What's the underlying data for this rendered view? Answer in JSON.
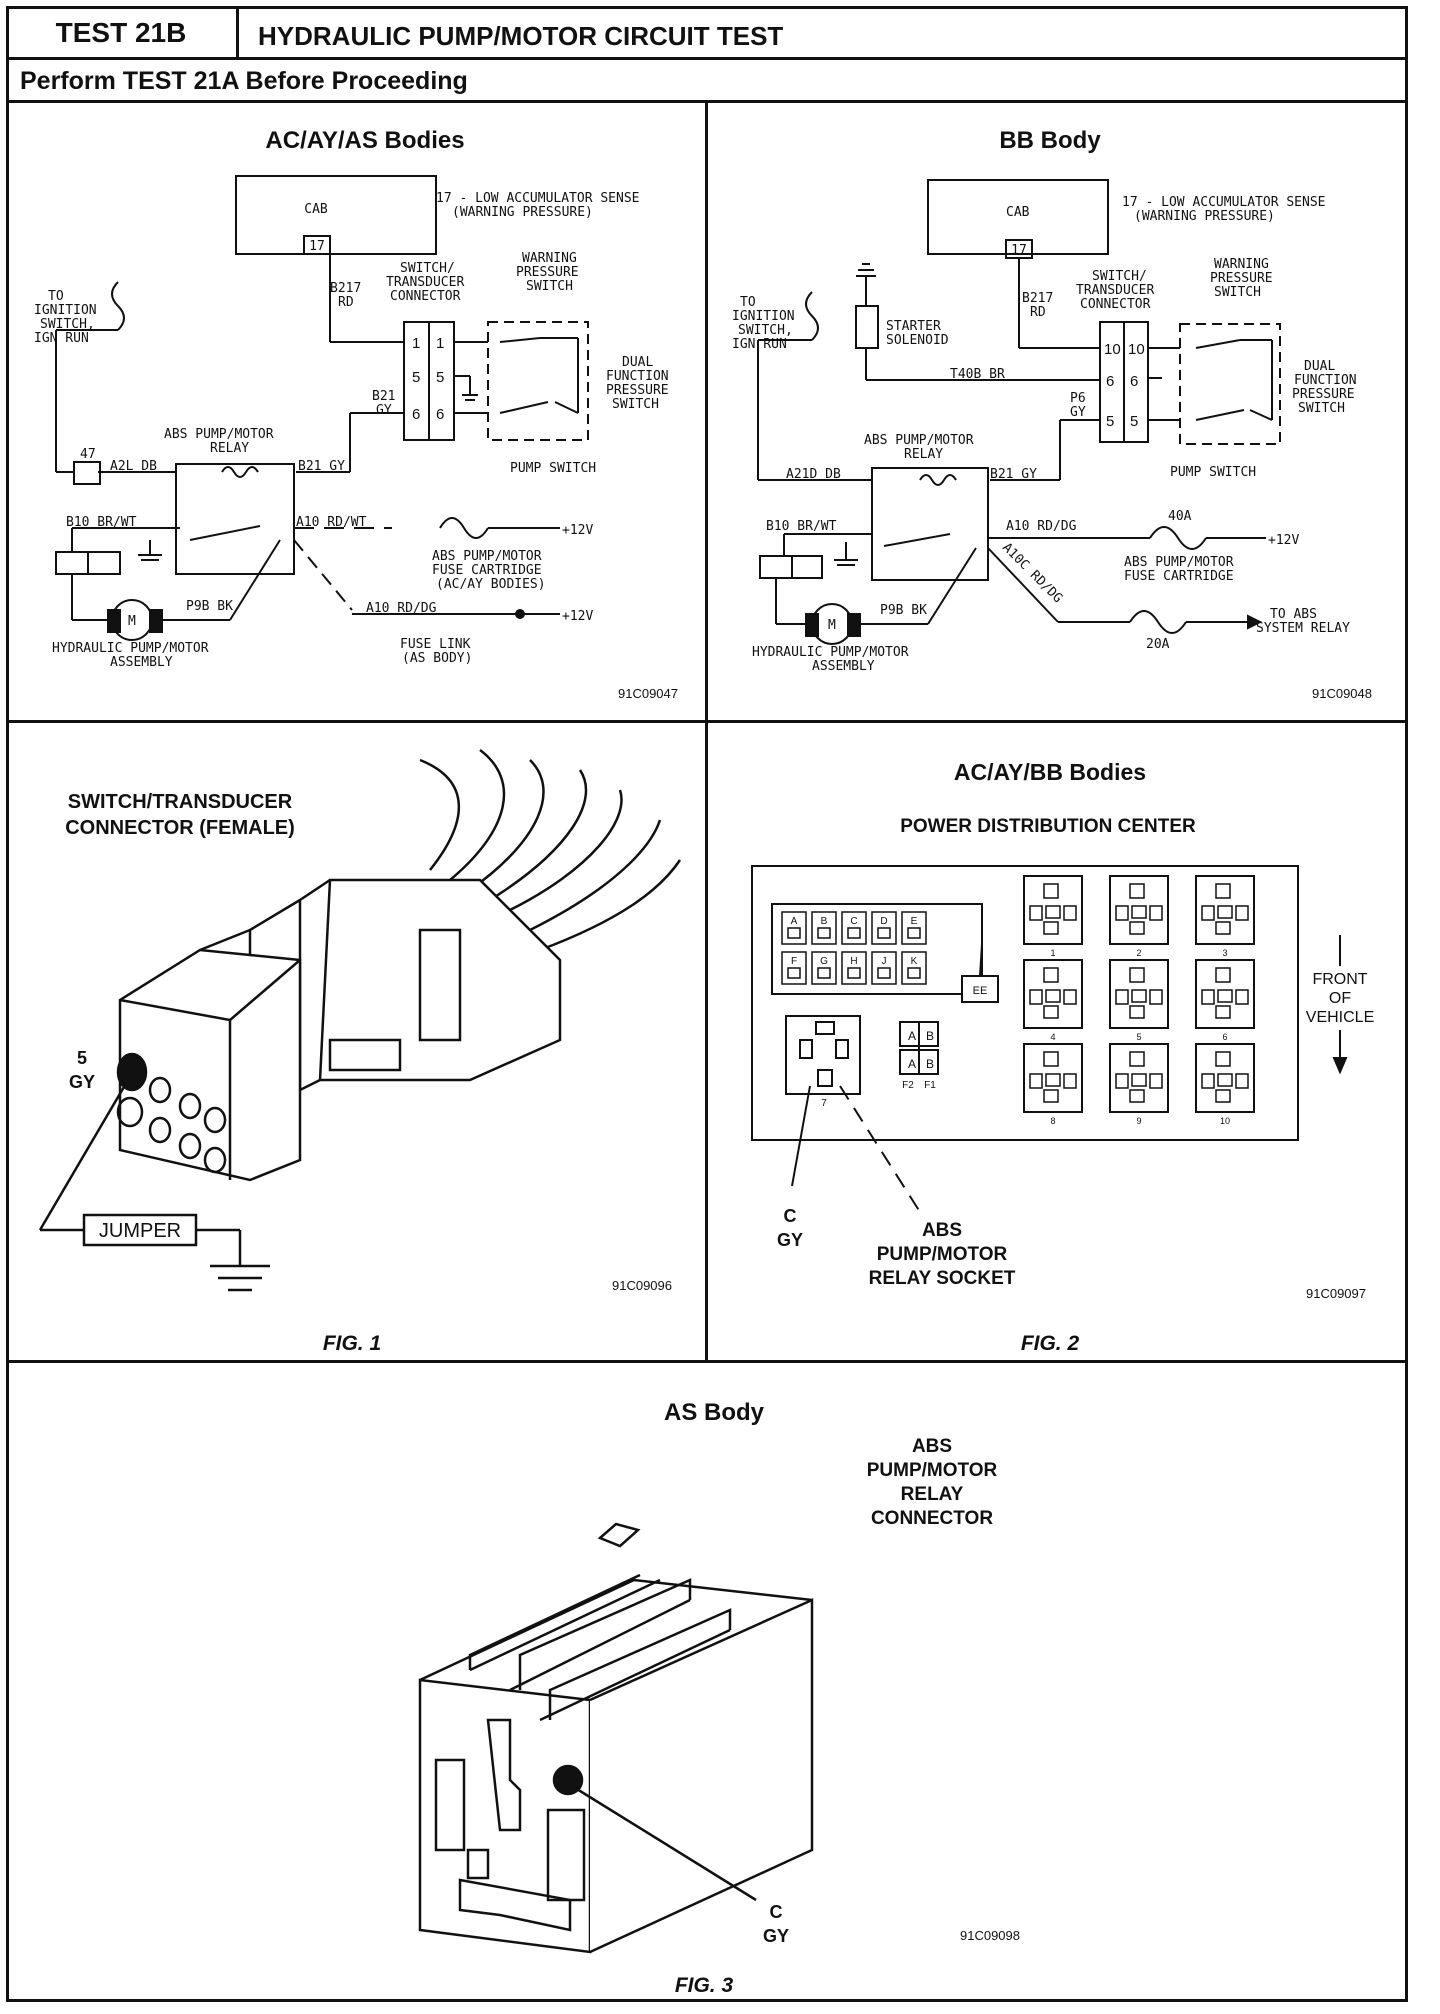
{
  "header": {
    "test_id": "TEST 21B",
    "title": "HYDRAULIC PUMP/MOTOR CIRCUIT TEST",
    "subtitle": "Perform TEST 21A Before Proceeding"
  },
  "panel_ac": {
    "title": "AC/AY/AS Bodies",
    "cab": "CAB",
    "cab_pin": "17",
    "sense_label_1": "17 - LOW ACCUMULATOR SENSE",
    "sense_label_2": "(WARNING PRESSURE)",
    "ignition_1": "TO",
    "ignition_2": "IGNITION",
    "ignition_3": "SWITCH,",
    "ignition_4": "IGN RUN",
    "wire_b217": "B217",
    "wire_rd": "RD",
    "connector_1": "SWITCH/",
    "connector_2": "TRANSDUCER",
    "connector_3": "CONNECTOR",
    "warning_1": "WARNING",
    "warning_2": "PRESSURE",
    "warning_3": "SWITCH",
    "pins": [
      "1",
      "5",
      "6"
    ],
    "dual_1": "DUAL",
    "dual_2": "FUNCTION",
    "dual_3": "PRESSURE",
    "dual_4": "SWITCH",
    "wire_b21": "B21",
    "wire_gy": "GY",
    "relay_1": "ABS PUMP/MOTOR",
    "relay_2": "RELAY",
    "pump_switch": "PUMP SWITCH",
    "fuse_47": "47",
    "wire_a2l": "A2L DB",
    "wire_b21gy": "B21 GY",
    "wire_b10": "B10 BR/WT",
    "wire_a10": "A10 RD/WT",
    "v12_a": "+12V",
    "fuse_cart_1": "ABS PUMP/MOTOR",
    "fuse_cart_2": "FUSE CARTRIDGE",
    "fuse_cart_3": "(AC/AY BODIES)",
    "wire_a10dg": "A10 RD/DG",
    "v12_b": "+12V",
    "fuse_link_1": "FUSE LINK",
    "fuse_link_2": "(AS BODY)",
    "wire_p9b": "P9B BK",
    "motor": "M",
    "motor_1": "HYDRAULIC PUMP/MOTOR",
    "motor_2": "ASSEMBLY",
    "fig_id": "91C09047"
  },
  "panel_bb": {
    "title": "BB Body",
    "cab": "CAB",
    "cab_pin": "17",
    "sense_label_1": "17 - LOW ACCUMULATOR SENSE",
    "sense_label_2": "(WARNING PRESSURE)",
    "starter_1": "STARTER",
    "starter_2": "SOLENOID",
    "wire_t40": "T40B BR",
    "pins": [
      "10",
      "6",
      "5"
    ],
    "wire_p6": "P6",
    "wire_a21d": "A21D DB",
    "wire_a10": "A10 RD/DG",
    "fuse_40a": "40A",
    "fuse_cart_2": "FUSE CARTRIDGE",
    "wire_a10c": "A10C RD/DG",
    "fuse_20a": "20A",
    "abs_relay_1": "TO ABS",
    "abs_relay_2": "SYSTEM RELAY",
    "fig_id": "91C09048"
  },
  "fig1": {
    "title_1": "SWITCH/TRANSDUCER",
    "title_2": "CONNECTOR (FEMALE)",
    "pin": "5",
    "color": "GY",
    "jumper": "JUMPER",
    "fig_id": "91C09096",
    "caption": "FIG. 1"
  },
  "fig2": {
    "title": "AC/AY/BB Bodies",
    "subtitle": "POWER DISTRIBUTION CENTER",
    "fuse_letters": [
      "A",
      "B",
      "C",
      "D",
      "E",
      "F",
      "G",
      "H",
      "J",
      "K"
    ],
    "box_label": "EE",
    "relay_numbers": [
      "1",
      "2",
      "3",
      "4",
      "5",
      "6",
      "8",
      "9",
      "10"
    ],
    "socket_number": "7",
    "f_labels": [
      "F2",
      "F1"
    ],
    "front_1": "FRONT",
    "front_2": "OF",
    "front_3": "VEHICLE",
    "pin": "C",
    "color": "GY",
    "socket_1": "ABS",
    "socket_2": "PUMP/MOTOR",
    "socket_3": "RELAY SOCKET",
    "fig_id": "91C09097",
    "caption": "FIG. 2"
  },
  "fig3": {
    "title": "AS Body",
    "label_1": "ABS",
    "label_2": "PUMP/MOTOR",
    "label_3": "RELAY",
    "label_4": "CONNECTOR",
    "pin": "C",
    "color": "GY",
    "fig_id": "91C09098",
    "caption": "FIG. 3"
  }
}
